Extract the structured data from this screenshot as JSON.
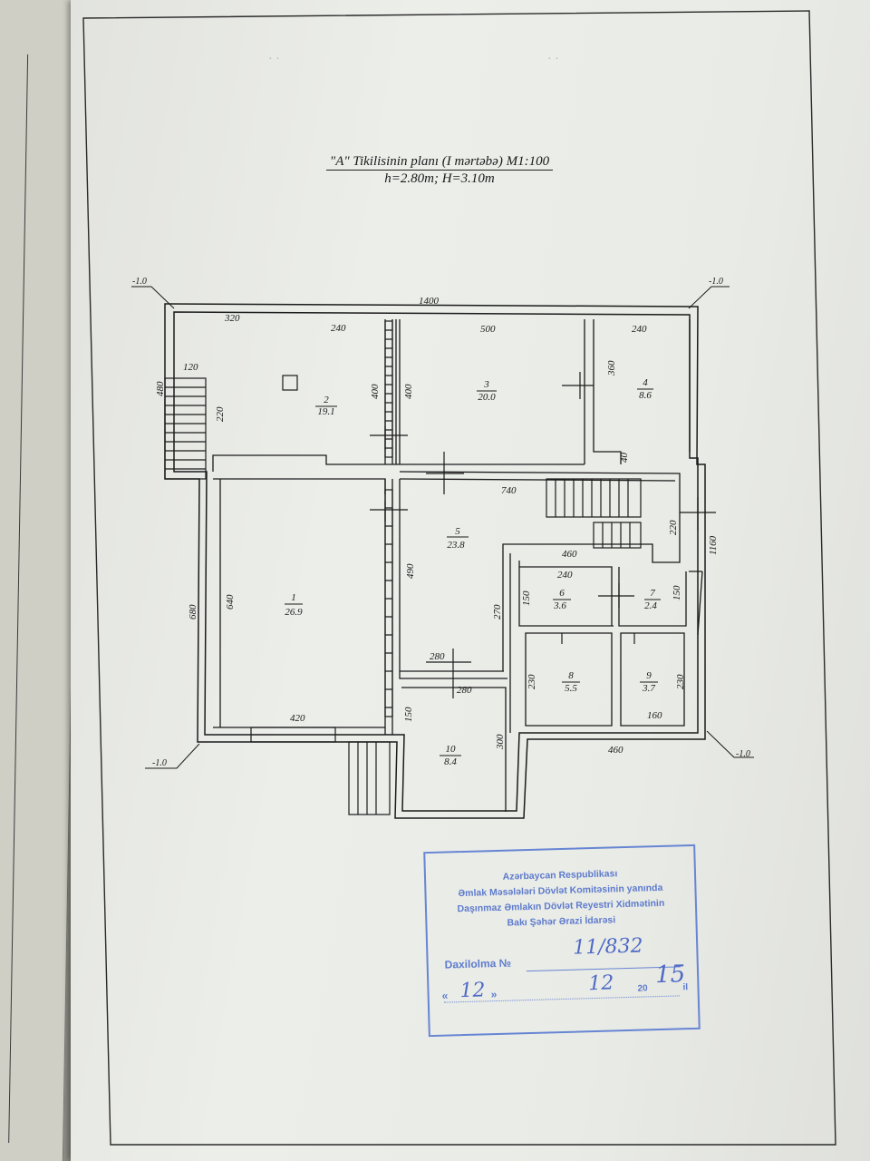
{
  "document": {
    "title": "\"A\" Tikilisinin planı (I mərtəbə) M1:100",
    "subtitle": "h=2.80m; H=3.10m"
  },
  "plan": {
    "elevations": {
      "nw": "-1.0",
      "ne": "-1.0",
      "sw": "-1.0",
      "se": "-1.0"
    },
    "dimensions": {
      "top_total": "1400",
      "d320": "320",
      "d240_r2": "240",
      "d500": "500",
      "d240_r4": "240",
      "d120": "120",
      "d480": "480",
      "d220_left": "220",
      "d400_a": "400",
      "d400_b": "400",
      "d360": "360",
      "d40": "40",
      "d740": "740",
      "d220_right": "220",
      "d1160": "1160",
      "d460_mid": "460",
      "d240_r6": "240",
      "d490": "490",
      "d680": "680",
      "d640": "640",
      "d270": "270",
      "d150_a": "150",
      "d150_b": "150",
      "d280_a": "280",
      "d280_b": "280",
      "d230_a": "230",
      "d230_b": "230",
      "d160": "160",
      "d420": "420",
      "d150_c": "150",
      "d300": "300",
      "d460_bottom": "460"
    },
    "rooms": [
      {
        "number": "1",
        "area": "26.9"
      },
      {
        "number": "2",
        "area": "19.1"
      },
      {
        "number": "3",
        "area": "20.0"
      },
      {
        "number": "4",
        "area": "8.6"
      },
      {
        "number": "5",
        "area": "23.8"
      },
      {
        "number": "6",
        "area": "3.6"
      },
      {
        "number": "7",
        "area": "2.4"
      },
      {
        "number": "8",
        "area": "5.5"
      },
      {
        "number": "9",
        "area": "3.7"
      },
      {
        "number": "10",
        "area": "8.4"
      }
    ]
  },
  "stamp": {
    "line1": "Azərbaycan Respublikası",
    "line2": "Əmlak Məsələləri Dövlət Komitəsinin yanında",
    "line3": "Daşınmaz Əmlakın Dövlət Reyestri Xidmətinin",
    "line4": "Bakı Şəhər Ərazi İdarəsi",
    "registration_label": "Daxilolma №",
    "registration_number": "11/832",
    "date_day": "12",
    "date_month": "12",
    "date_century": "20",
    "date_year": "15",
    "date_suffix": "il",
    "color": "#4063c8"
  }
}
